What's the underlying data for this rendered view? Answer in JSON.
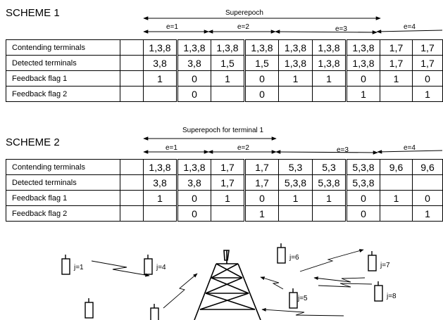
{
  "scheme1": {
    "title": "SCHEME 1",
    "superepoch_label": "Superepoch",
    "epochs": [
      "e=1",
      "e=2",
      "e=3",
      "e=4"
    ],
    "rows": [
      {
        "label": "Contending terminals",
        "cells": [
          "",
          "1,3,8",
          "1,3,8",
          "1,3,8",
          "1,3,8",
          "1,3,8",
          "1,3,8",
          "1,3,8",
          "1,7",
          "1,7"
        ]
      },
      {
        "label": "Detected terminals",
        "cells": [
          "",
          "3,8",
          "3,8",
          "1,5",
          "1,5",
          "1,3,8",
          "1,3,8",
          "1,3,8",
          "1,7",
          "1,7"
        ]
      },
      {
        "label": "Feedback flag 1",
        "cells": [
          "",
          "1",
          "0",
          "1",
          "0",
          "1",
          "1",
          "0",
          "1",
          "0"
        ]
      },
      {
        "label": "Feedback flag 2",
        "cells": [
          "",
          "",
          "0",
          "",
          "0",
          "",
          "",
          "1",
          "",
          "1"
        ]
      }
    ]
  },
  "scheme2": {
    "title": "SCHEME 2",
    "superepoch_label": "Superepoch for terminal 1",
    "epochs": [
      "e=1",
      "e=2",
      "e=3",
      "e=4"
    ],
    "rows": [
      {
        "label": "Contending terminals",
        "cells": [
          "",
          "1,3,8",
          "1,3,8",
          "1,7",
          "1,7",
          "5,3",
          "5,3",
          "5,3,8",
          "9,6",
          "9,6"
        ]
      },
      {
        "label": "Detected terminals",
        "cells": [
          "",
          "3,8",
          "3,8",
          "1,7",
          "1,7",
          "5,3,8",
          "5,3,8",
          "5,3,8",
          "",
          ""
        ]
      },
      {
        "label": "Feedback flag 1",
        "cells": [
          "",
          "1",
          "0",
          "1",
          "0",
          "1",
          "1",
          "0",
          "1",
          "0"
        ]
      },
      {
        "label": "Feedback flag 2",
        "cells": [
          "",
          "",
          "0",
          "",
          "1",
          "",
          "",
          "0",
          "",
          "1"
        ]
      }
    ]
  },
  "terminals": [
    "j=1",
    "j=4",
    "j=6",
    "j=7",
    "j=5",
    "j=8"
  ]
}
